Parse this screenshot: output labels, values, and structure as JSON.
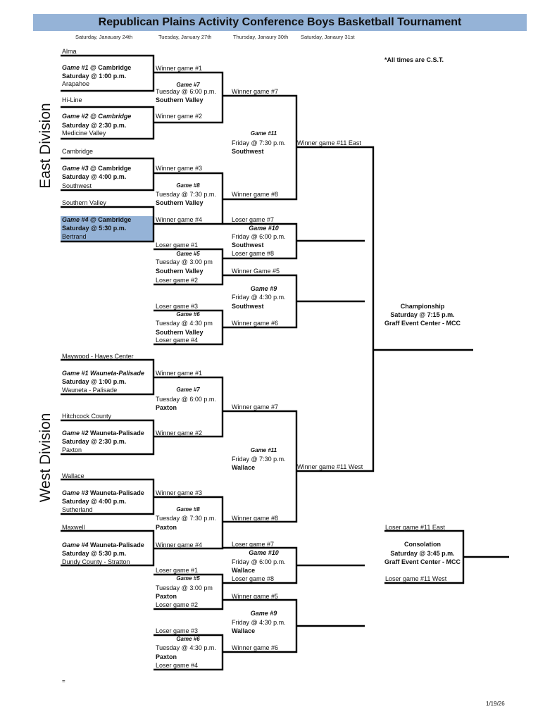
{
  "title": "Republican Plains Activity Conference Boys Basketball Tournament",
  "dates": [
    "Saturday, Janauary 24th",
    "Tuesday, January 27th",
    "Thursday, Janaury 30th",
    "Saturday, Janaury 31st"
  ],
  "note": "*All times are C.S.T.",
  "highlight_color": "#95b3d7",
  "east": {
    "label": "East Division",
    "r1": [
      {
        "top": "Alma",
        "game": "Game #1",
        "site": " @ Cambridge",
        "time": "Saturday @ 1:00 p.m.",
        "bottom": "Arapahoe"
      },
      {
        "top": "Hi-Line",
        "game": "Game #2",
        "site": " @ Cambridge",
        "time": "Saturday @ 2:30 p.m.",
        "bottom": "Medicine Valley"
      },
      {
        "top": "Cambridge",
        "game": "Game #3",
        "site": " @ Cambridge",
        "time": "Saturday @ 4:00 p.m.",
        "bottom": "Southwest"
      },
      {
        "top": "Southern Valley",
        "game": "Game #4",
        "site": " @ Cambridge",
        "time": "Saturday @ 5:30 p.m.",
        "bottom": "Bertrand"
      }
    ],
    "r2": [
      {
        "top": "Winner game #1",
        "game": "Game #7",
        "time": "Tuesday @ 6:00 p.m.",
        "winner": "Southern Valley",
        "bottom": "Winner game #2"
      },
      {
        "top": "Winner game #3",
        "game": "Game #8",
        "time": "Tuesday @ 7:30 p.m.",
        "winner": "Southern Valley",
        "bottom": "Winner game #4"
      },
      {
        "top": "Loser game #1",
        "game": "Game #5",
        "time": "Tuesday @ 3:00 pm",
        "winner": "Southern Valley",
        "bottom": "Loser game #2"
      },
      {
        "top": "Loser game #3",
        "game": "Game #6",
        "time": "Tuesday @ 4:30 pm",
        "winner": "Southern Valley",
        "bottom": "Loser game #4"
      }
    ],
    "r3": [
      {
        "top": "Winner game #7",
        "game": "Game #11",
        "time": "Friday @ 7:30 p.m.",
        "winner": "Southwest",
        "bottom": "Winner game #8"
      },
      {
        "top": "Loser game #7",
        "game": "Game #10",
        "time": "Friday @ 6:00 p.m.",
        "winner": "Southwest",
        "bottom": "Loser game #8"
      },
      {
        "top": "Winner Game #5",
        "game": "Game #9",
        "time": "Friday @ 4:30 p.m.",
        "winner": "Southwest",
        "bottom": "Winner game #6"
      }
    ],
    "final": "Winner game #11 East"
  },
  "west": {
    "label": "West Division",
    "r1": [
      {
        "top": "Maywood - Hayes Center",
        "game": "Game #1",
        "site": " Wauneta-Palisade",
        "time": "Saturday @ 1:00 p.m.",
        "bottom": "Wauneta - Palisade"
      },
      {
        "top": "Hitchcock County",
        "game": "Game #2",
        "site": " Wauneta-Palisade",
        "time": "Saturday @ 2:30 p.m.",
        "bottom": "Paxton"
      },
      {
        "top": "Wallace",
        "game": "Game #3",
        "site": " Wauneta-Palisade",
        "time": "Saturday @ 4:00 p.m.",
        "bottom": "Sutherland"
      },
      {
        "top": "Maxwell",
        "game": "Game #4",
        "site": " Wauneta-Palisade",
        "time": "Saturday @ 5:30 p.m.",
        "bottom": "Dundy County - Stratton"
      }
    ],
    "r2": [
      {
        "top": "Winner game #1",
        "game": "Game #7",
        "time": "Tuesday @ 6:00 p.m.",
        "winner": "Paxton",
        "bottom": "Winner game #2"
      },
      {
        "top": "Winner game #3",
        "game": "Game #8",
        "time": "Tuesday @ 7:30 p.m.",
        "winner": "Paxton",
        "bottom": "Winner game #4"
      },
      {
        "top": "Loser game #1",
        "game": "Game #5",
        "time": "Tuesday @ 3:00 pm",
        "winner": "Paxton",
        "bottom": "Loser game #2"
      },
      {
        "top": "Loser game #3",
        "game": "Game #6",
        "time": "Tuesday @ 4:30 p.m.",
        "winner": "Paxton",
        "bottom": "Loser game #4"
      }
    ],
    "r3": [
      {
        "top": "Winner game #7",
        "game": "Game #11",
        "time": "Friday @ 7:30 p.m.",
        "winner": "Wallace",
        "bottom": "Winner game #8"
      },
      {
        "top": "Loser game #7",
        "game": "Game #10",
        "time": "Friday @ 6:00 p.m.",
        "winner": "Wallace",
        "bottom": "Loser game #8"
      },
      {
        "top": "Winner game #5",
        "game": "Game #9",
        "time": "Friday @ 4:30 p.m.",
        "winner": "Wallace",
        "bottom": "Winner game #6"
      }
    ],
    "final": "Winner game #11 West"
  },
  "championship": {
    "title": "Championship",
    "time": "Saturday @ 7:15 p.m.",
    "venue": "Graff Event Center - MCC"
  },
  "consolation": {
    "top": "Loser game #11 East",
    "title": "Consolation",
    "time": "Saturday @ 3:45 p.m.",
    "venue": "Graff Event Center - MCC",
    "bottom": "Loser game #11 West"
  },
  "footer": {
    "mark": "=",
    "date": "1/19/26"
  }
}
